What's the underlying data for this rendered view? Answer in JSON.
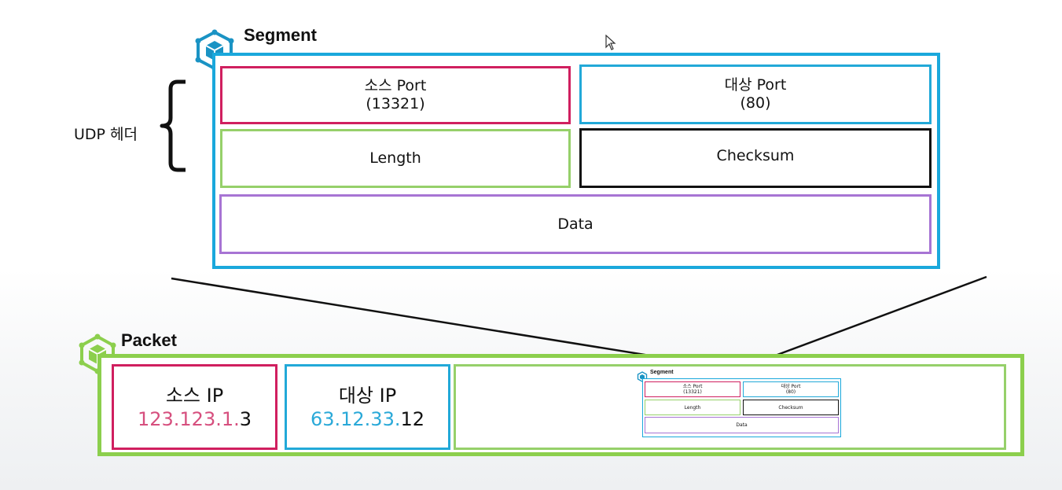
{
  "segment": {
    "title": "Segment",
    "src_port": {
      "label": "소스 Port",
      "value": "(13321)"
    },
    "dst_port": {
      "label": "대상 Port",
      "value": "(80)"
    },
    "length_label": "Length",
    "checksum_label": "Checksum",
    "data_label": "Data"
  },
  "udp_header_label": "UDP 헤더",
  "packet": {
    "title": "Packet",
    "src_ip": {
      "label": "소스 IP",
      "colored": "123.123.1.",
      "rest": "3"
    },
    "dst_ip": {
      "label": "대상 IP",
      "colored": "63.12.33.",
      "rest": "12"
    }
  },
  "colors": {
    "segment_border": "#1aa8dc",
    "packet_border": "#8ccf4d",
    "src_port_border": "#d01f5f",
    "dst_port_border": "#22a9d8",
    "length_border": "#96d06a",
    "checksum_border": "#111111",
    "data_border": "#a774d4",
    "src_ip_text": "#d64f7e",
    "dst_ip_text": "#2aa9d8"
  },
  "icons": {
    "segment": "hexagon-cube-icon-blue",
    "packet": "hexagon-cube-icon-green",
    "cursor": "mouse-cursor-icon"
  }
}
